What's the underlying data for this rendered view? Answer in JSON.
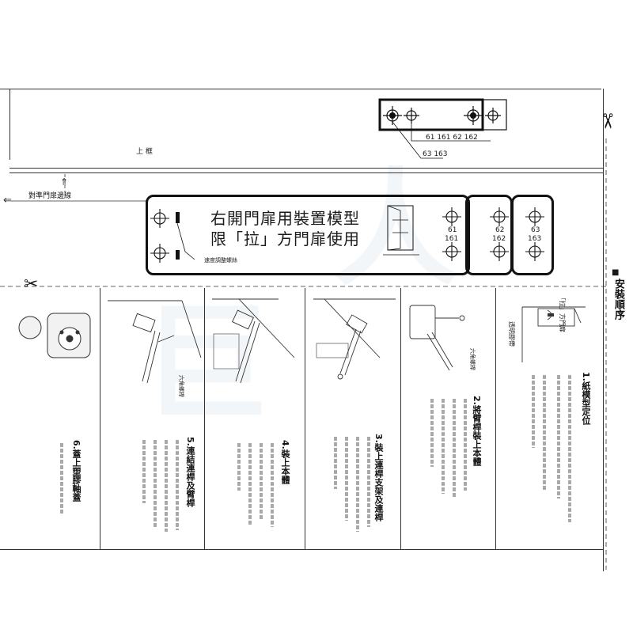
{
  "header": {
    "label": "上 框"
  },
  "reference": {
    "label": "對準門扉邊線"
  },
  "top_hole_labels": {
    "line1": "61  161  62  162",
    "line2": "63  163"
  },
  "template": {
    "title_line1": "右開門扉用裝置模型",
    "title_line2": "限「拉」方門扉使用",
    "speed_label": "速度調整螺絲",
    "hole_groups": [
      {
        "a": "61",
        "b": "161"
      },
      {
        "a": "62",
        "b": "162"
      },
      {
        "a": "63",
        "b": "163"
      }
    ]
  },
  "section": {
    "title": "安裝順序",
    "pull_side": "「拉」方門扉"
  },
  "steps": [
    {
      "title": "1.紙模型定位"
    },
    {
      "title": "2.將臂桿裝上本體"
    },
    {
      "title": "3.裝上連桿支架及連桿"
    },
    {
      "title": "4.裝上本體"
    },
    {
      "title": "5.連結連桿及臂桿"
    },
    {
      "title": "6.蓋上塑膠軸蓋"
    }
  ],
  "part_labels": {
    "hex_wrench": "六角螺桿",
    "tape": "透明膠帶"
  }
}
